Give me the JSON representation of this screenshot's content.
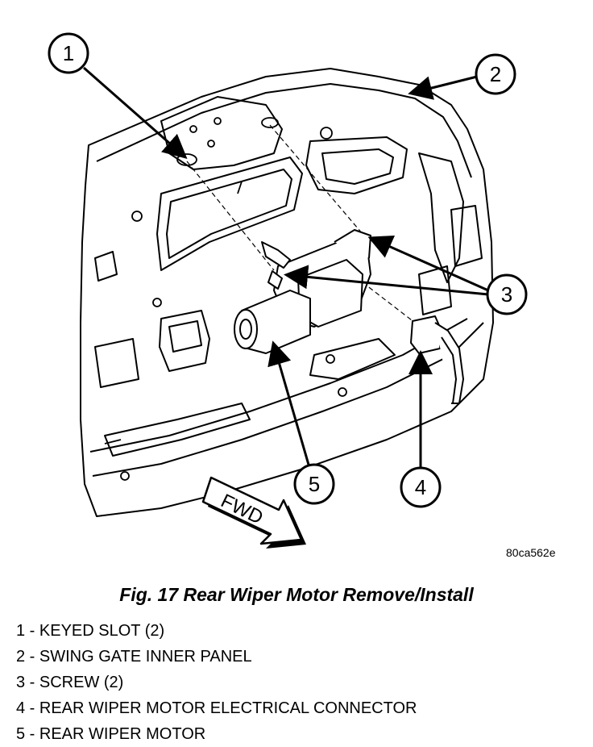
{
  "figure": {
    "image_code": "80ca562e",
    "fwd_label": "FWD",
    "caption": "Fig. 17 Rear Wiper Motor Remove/Install"
  },
  "callouts": [
    "1",
    "2",
    "3",
    "4",
    "5"
  ],
  "legend": [
    "1 - KEYED SLOT (2)",
    "2 - SWING GATE INNER PANEL",
    "3 - SCREW (2)",
    "4 - REAR WIPER MOTOR ELECTRICAL CONNECTOR",
    "5 - REAR WIPER MOTOR"
  ]
}
